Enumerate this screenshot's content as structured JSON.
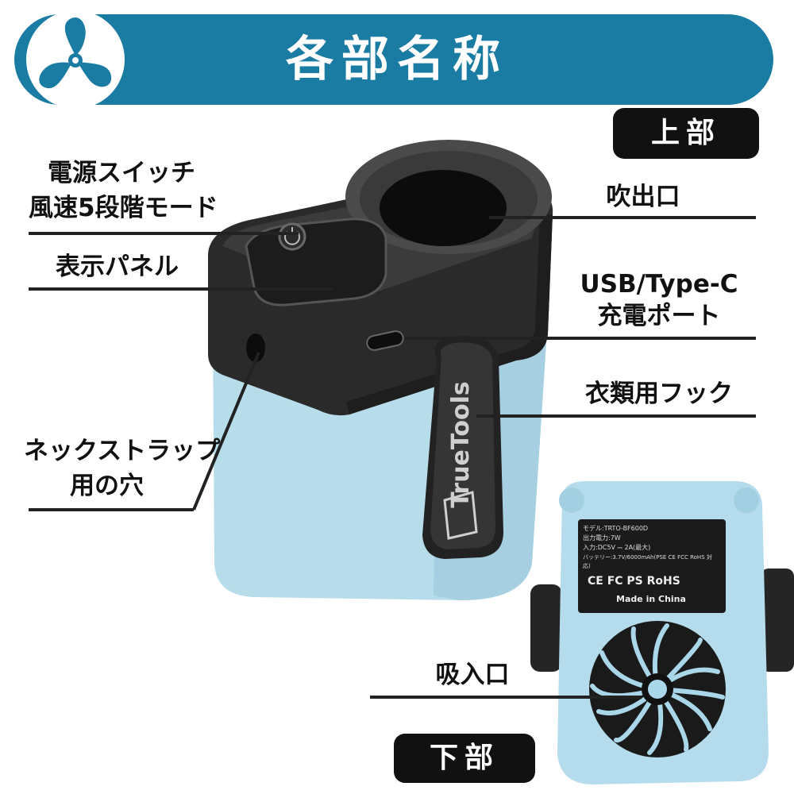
{
  "header": {
    "title": "各部名称"
  },
  "badges": {
    "top": "上部",
    "bottom": "下部"
  },
  "labels": {
    "power_switch_line1": "電源スイッチ",
    "power_switch_line2": "風速5段階モード",
    "display_panel": "表示パネル",
    "neck_strap_line1": "ネックストラップ",
    "neck_strap_line2": "用の穴",
    "outlet": "吹出口",
    "usb_line1": "USB/Type-C",
    "usb_line2": "充電ポート",
    "clothing_hook": "衣類用フック",
    "intake": "吸入口"
  },
  "product": {
    "brand": "TrueTools",
    "spec_label": {
      "line1": "モデル:TRTO-BF600D",
      "line2": "出力電力:7W",
      "line3": "入力:DC5V ⎓ 2A(最大)",
      "line4": "バッテリー:3.7V/6000mAh(PSE CE FCC RoHS 対",
      "line5": "応)",
      "certs": "CE FC PS RoHS",
      "made_in": "Made in China"
    }
  },
  "colors": {
    "header_blue": "#1a7ca3",
    "device_blue": "#b5dcec",
    "device_dark": "#2d2d2d"
  }
}
